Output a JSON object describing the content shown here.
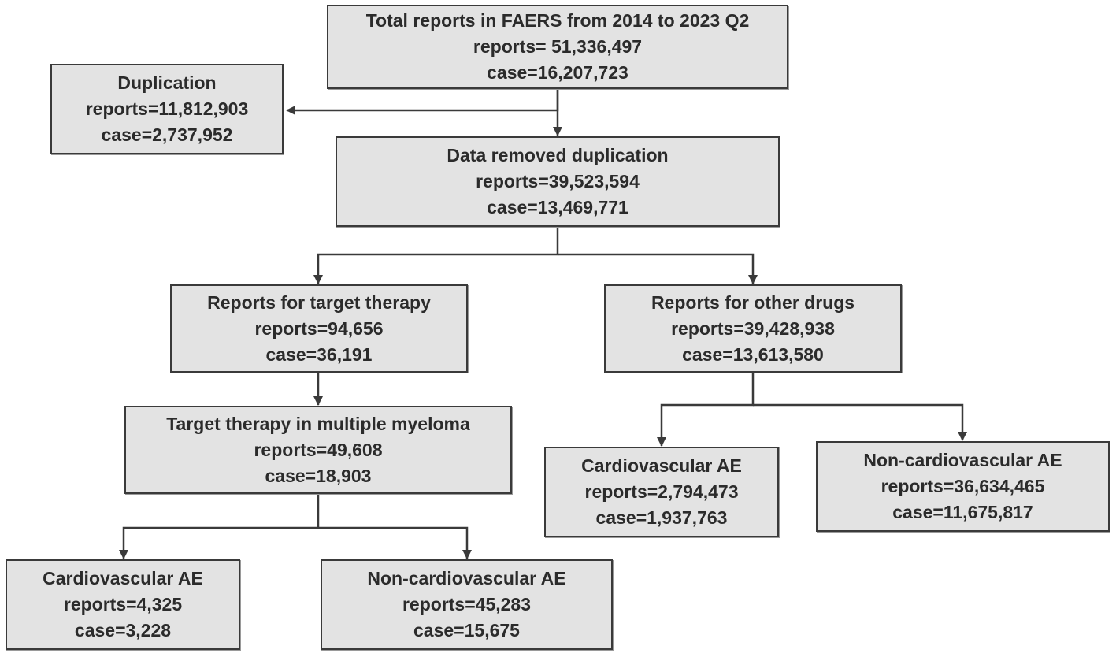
{
  "nodes": {
    "total": {
      "title": "Total reports in FAERS from 2014 to 2023 Q2",
      "reports": "reports= 51,336,497",
      "cases": "case=16,207,723"
    },
    "dup": {
      "title": "Duplication",
      "reports": "reports=11,812,903",
      "cases": "case=2,737,952"
    },
    "dedup": {
      "title": "Data removed duplication",
      "reports": "reports=39,523,594",
      "cases": "case=13,469,771"
    },
    "target": {
      "title": "Reports for target therapy",
      "reports": "reports=94,656",
      "cases": "case=36,191"
    },
    "other": {
      "title": "Reports for other drugs",
      "reports": "reports=39,428,938",
      "cases": "case=13,613,580"
    },
    "mm": {
      "title": "Target therapy in multiple myeloma",
      "reports": "reports=49,608",
      "cases": "case=18,903"
    },
    "cv_mm": {
      "title": "Cardiovascular AE",
      "reports": "reports=4,325",
      "cases": "case=3,228"
    },
    "ncv_mm": {
      "title": "Non-cardiovascular AE",
      "reports": "reports=45,283",
      "cases": "case=15,675"
    },
    "cv_oth": {
      "title": "Cardiovascular AE",
      "reports": "reports=2,794,473",
      "cases": "case=1,937,763"
    },
    "ncv_oth": {
      "title": "Non-cardiovascular AE",
      "reports": "reports=36,634,465",
      "cases": "case=11,675,817"
    }
  },
  "edges": [
    {
      "from": "total",
      "to": "dup"
    },
    {
      "from": "total",
      "to": "dedup"
    },
    {
      "from": "dedup",
      "to": "target"
    },
    {
      "from": "dedup",
      "to": "other"
    },
    {
      "from": "target",
      "to": "mm"
    },
    {
      "from": "mm",
      "to": "cv_mm"
    },
    {
      "from": "mm",
      "to": "ncv_mm"
    },
    {
      "from": "other",
      "to": "cv_oth"
    },
    {
      "from": "other",
      "to": "ncv_oth"
    }
  ],
  "colors": {
    "box_fill": "#e3e3e3",
    "box_border": "#3a3a3a",
    "line": "#3a3a3a",
    "text": "#2b2b2b"
  }
}
